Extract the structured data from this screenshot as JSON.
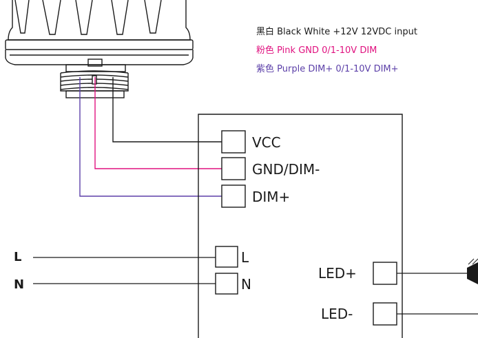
{
  "legend": {
    "line1": "黑白 Black White +12V 12VDC input",
    "line2": "粉色 Pink GND 0/1-10V DIM",
    "line3": "紫色 Purple DIM+ 0/1-10V DIM+"
  },
  "terminals": {
    "vcc": "VCC",
    "gnd_dim": "GND/DIM-",
    "dim_plus": "DIM+",
    "l": "L",
    "n": "N",
    "led_plus": "LED+",
    "led_minus": "LED-"
  },
  "inputs": {
    "l": "L",
    "n": "N"
  },
  "colors": {
    "black": "#1a1a1a",
    "pink": "#e0117f",
    "purple": "#5b3fa8"
  }
}
